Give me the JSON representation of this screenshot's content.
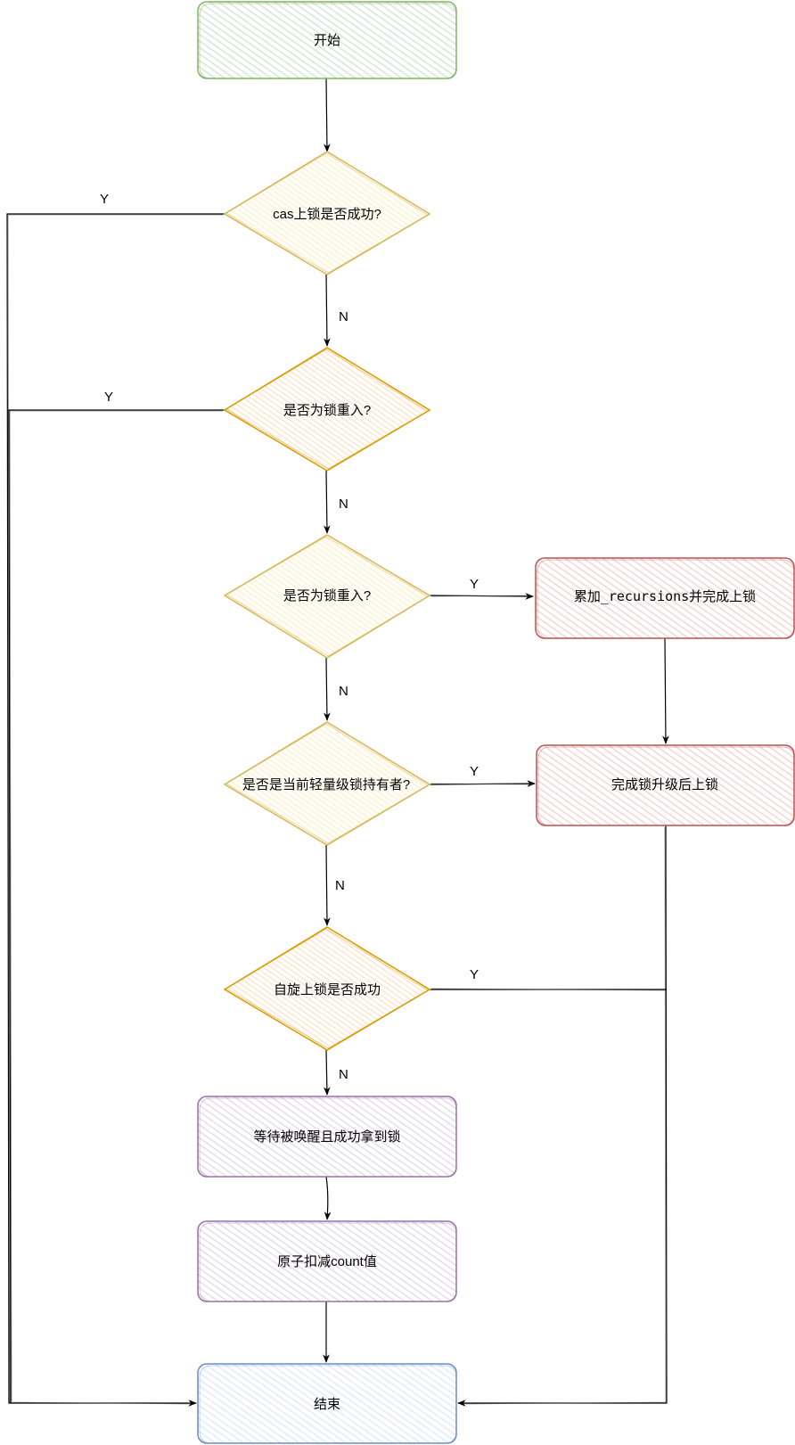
{
  "colors": {
    "start_fill": "#d5e8d4",
    "start_stroke": "#82b366",
    "decision_fill": "#fff2cc",
    "decision_stroke": "#d6b656",
    "decision_alt_fill": "#ffe6cc",
    "decision_alt_stroke": "#d79b00",
    "action_fill": "#f8cecc",
    "action_stroke": "#b85450",
    "process_fill": "#e1d5e7",
    "process_stroke": "#9673a6",
    "end_fill": "#dae8fc",
    "end_stroke": "#6c8ebf"
  },
  "nodes": {
    "start": "开始",
    "cas_lock": "cas上锁是否成功?",
    "reentrant_1": "是否为锁重入?",
    "reentrant_2": "是否为锁重入?",
    "lightweight_owner": "是否是当前轻量级锁持有者?",
    "spin_lock": "自旋上锁是否成功",
    "accumulate_recursions_prefix": "累加",
    "accumulate_recursions_code": "_recursions",
    "accumulate_recursions_suffix": "并完成上锁",
    "upgrade_lock": "完成锁升级后上锁",
    "wait_wakeup": "等待被唤醒且成功拿到锁",
    "atomic_decrement": "原子扣减count值",
    "end": "结束"
  },
  "edge_labels": {
    "cas_yes": "Y",
    "cas_no": "N",
    "reentrant1_yes": "Y",
    "reentrant1_no": "N",
    "reentrant2_yes": "Y",
    "reentrant2_no": "N",
    "owner_yes": "Y",
    "owner_no": "N",
    "spin_yes": "Y",
    "spin_no": "N"
  }
}
